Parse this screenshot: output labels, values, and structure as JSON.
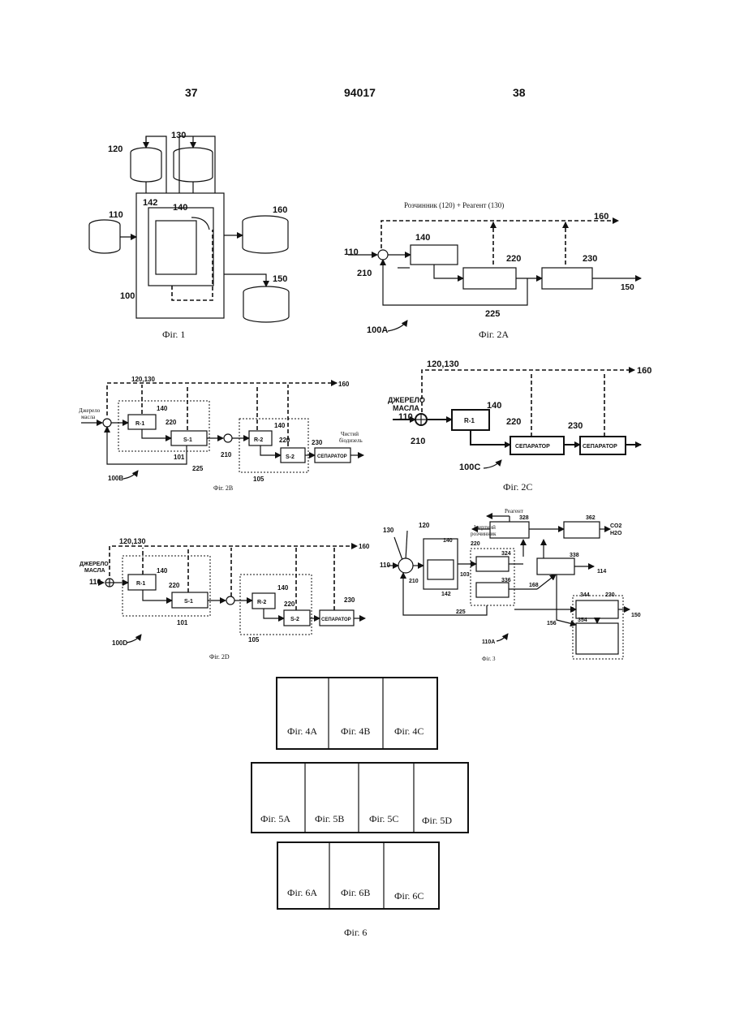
{
  "header": {
    "page_left": "37",
    "patent_number": "94017",
    "page_right": "38"
  },
  "fig1": {
    "caption": "Фіг. 1",
    "labels": {
      "l100": "100",
      "l110": "110",
      "l120": "120",
      "l130": "130",
      "l140": "140",
      "l142": "142",
      "l150": "150",
      "l160": "160"
    }
  },
  "fig2a": {
    "caption": "Фіг. 2А",
    "top_label": "Розчинник (120) + Реагент (130)",
    "labels": {
      "l100a": "100A",
      "l110": "110",
      "l140": "140",
      "l150": "150",
      "l160": "160",
      "l210": "210",
      "l220": "220",
      "l225": "225",
      "l230": "230"
    }
  },
  "fig2b": {
    "caption": "Фіг. 2В",
    "source": [
      "Джерело",
      "масла"
    ],
    "output": [
      "Чистий",
      "біодизель"
    ],
    "blocks": {
      "r1": "R-1",
      "s1": "S-1",
      "r2": "R-2",
      "s2": "S-2",
      "sep": "СЕПАРАТОР"
    },
    "labels": {
      "l100b": "100B",
      "l101": "101",
      "l105": "105",
      "l120_130": "120,130",
      "l140a": "140",
      "l140b": "140",
      "l160": "160",
      "l210": "210",
      "l220a": "220",
      "l220b": "220",
      "l225": "225",
      "l230": "230"
    }
  },
  "fig2c": {
    "caption": "Фіг. 2С",
    "source": [
      "ДЖЕРЕЛО",
      "МАСЛА"
    ],
    "blocks": {
      "r1": "R-1",
      "sep1": "СЕПАРАТОР",
      "sep2": "СЕПАРАТОР"
    },
    "labels": {
      "l100c": "100C",
      "l110": "110",
      "l120_130": "120,130",
      "l140": "140",
      "l160": "160",
      "l210": "210",
      "l220": "220",
      "l230": "230"
    }
  },
  "fig2d": {
    "caption": "Фіг. 2D",
    "source": [
      "ДЖЕРЕЛО",
      "МАСЛА"
    ],
    "blocks": {
      "r1": "R-1",
      "s1": "S-1",
      "r2": "R-2",
      "s2": "S-2",
      "sep": "СЕПАРАТОР"
    },
    "labels": {
      "l100d": "100D",
      "l101": "101",
      "l105": "105",
      "l110": "110",
      "l120_130": "120,130",
      "l140a": "140",
      "l140b": "140",
      "l160": "160",
      "l220a": "220",
      "l220b": "220",
      "l230": "230"
    }
  },
  "fig3": {
    "caption": "Фіг. 3",
    "reagent": "Реагент",
    "inert": [
      "Інертний",
      "розчинник"
    ],
    "co2": "CO2",
    "h2o": "H2O",
    "labels": {
      "l103": "103",
      "l110": "110",
      "l110a": "110A",
      "l114": "114",
      "l120": "120",
      "l130": "130",
      "l140": "140",
      "l142": "142",
      "l150": "150",
      "l156": "156",
      "l168": "168",
      "l210": "210",
      "l220": "220",
      "l225": "225",
      "l230": "230",
      "l324": "324",
      "l328": "328",
      "l336": "336",
      "l338": "338",
      "l344": "344",
      "l354": "354",
      "l362": "362"
    }
  },
  "layout4": {
    "cells": [
      "Фіг. 4А",
      "Фіг. 4В",
      "Фіг. 4С"
    ]
  },
  "layout5": {
    "cells": [
      "Фіг. 5А",
      "Фіг. 5В",
      "Фіг. 5С",
      "Фіг. 5D"
    ]
  },
  "layout6": {
    "cells": [
      "Фіг. 6А",
      "Фіг. 6В",
      "Фіг. 6С"
    ],
    "caption": "Фіг. 6"
  }
}
